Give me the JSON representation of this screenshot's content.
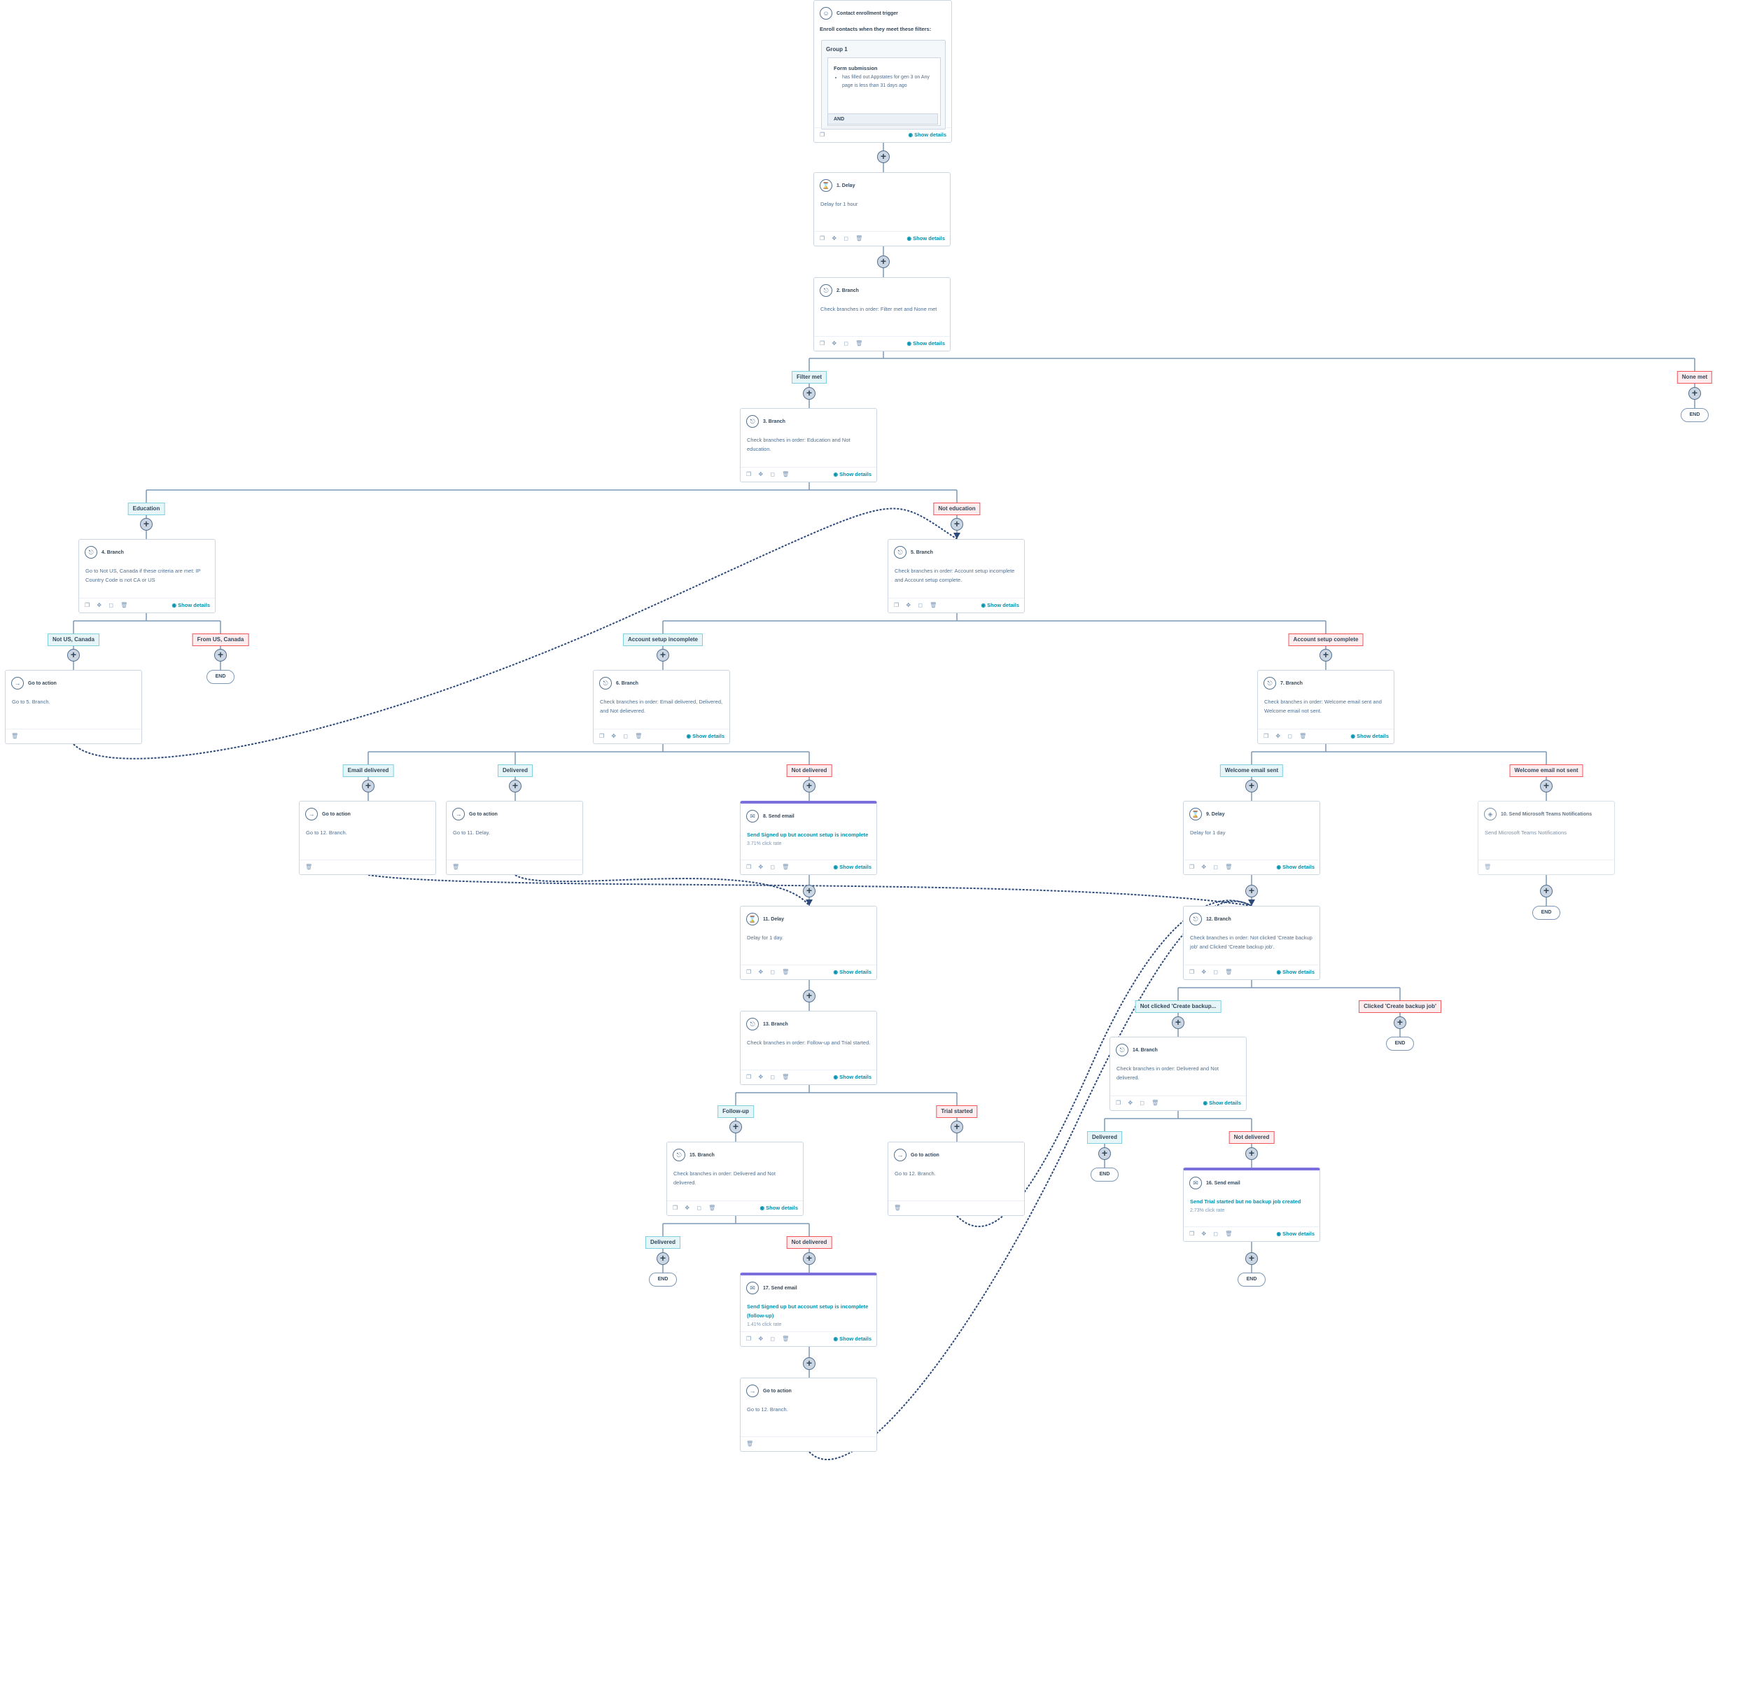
{
  "trigger": {
    "title": "Contact enrollment trigger",
    "subtitle": "Enroll contacts when they meet these filters:",
    "group_title": "Group 1",
    "filter_title": "Form submission",
    "filter_text": "has filled out Appstates for gen 3 on Any page is less than 31 days ago",
    "and_label": "AND",
    "show_details": "Show details"
  },
  "cards": [
    {
      "id": "1",
      "title": "1. Delay",
      "icon": "hourglass-icon",
      "body": "Delay for 1 hour",
      "show": "Show details"
    },
    {
      "id": "2",
      "title": "2. Branch",
      "icon": "branch-icon",
      "body": "Check branches in order: Filter met and None met",
      "show": "Show details"
    },
    {
      "id": "3",
      "title": "3. Branch",
      "icon": "branch-icon",
      "body": "Check branches in order: Education and Not education.",
      "show": "Show details"
    },
    {
      "id": "4",
      "title": "4. Branch",
      "icon": "branch-icon",
      "body": "Go to Not US, Canada if these criteria are met: IP Country Code is not CA or US",
      "show": "Show details"
    },
    {
      "id": "5",
      "title": "5. Branch",
      "icon": "branch-icon",
      "body": "Check branches in order: Account setup incomplete and Account setup complete.",
      "show": "Show details"
    },
    {
      "id": "g1",
      "title": "Go to action",
      "icon": "arrow-right-icon",
      "body": "Go to 5. Branch.",
      "show": ""
    },
    {
      "id": "6",
      "title": "6. Branch",
      "icon": "branch-icon",
      "body": "Check branches in order: Email delivered, Delivered, and Not delievered.",
      "show": "Show details"
    },
    {
      "id": "7",
      "title": "7. Branch",
      "icon": "branch-icon",
      "body": "Check branches in order: Welcome email sent and Welcome email not sent.",
      "show": "Show details"
    },
    {
      "id": "g2",
      "title": "Go to action",
      "icon": "arrow-right-icon",
      "body": "Go to 12. Branch.",
      "show": ""
    },
    {
      "id": "g3",
      "title": "Go to action",
      "icon": "arrow-right-icon",
      "body": "Go to 11. Delay.",
      "show": ""
    },
    {
      "id": "8",
      "title": "8. Send email",
      "icon": "email-icon",
      "body": "Send Signed up but account setup is incomplete",
      "rate": "3.71% click rate",
      "show": "Show details"
    },
    {
      "id": "9",
      "title": "9. Delay",
      "icon": "hourglass-icon",
      "body": "Delay for 1 day",
      "show": "Show details"
    },
    {
      "id": "10",
      "title": "10. Send Microsoft Teams Notifications",
      "icon": "teams-icon",
      "body": "Send Microsoft Teams Notifications",
      "show": ""
    },
    {
      "id": "11",
      "title": "11. Delay",
      "icon": "hourglass-icon",
      "body": "Delay for 1 day.",
      "show": "Show details"
    },
    {
      "id": "12",
      "title": "12. Branch",
      "icon": "branch-icon",
      "body": "Check branches in order: Not clicked 'Create backup job' and Clicked 'Create backup job'.",
      "show": "Show details"
    },
    {
      "id": "13",
      "title": "13. Branch",
      "icon": "branch-icon",
      "body": "Check branches in order: Follow-up and Trial started.",
      "show": "Show details"
    },
    {
      "id": "14",
      "title": "14. Branch",
      "icon": "branch-icon",
      "body": "Check branches in order: Delivered and Not delivered.",
      "show": "Show details"
    },
    {
      "id": "15",
      "title": "15. Branch",
      "icon": "branch-icon",
      "body": "Check branches in order: Delivered and Not delivered.",
      "show": "Show details"
    },
    {
      "id": "g4",
      "title": "Go to action",
      "icon": "arrow-right-icon",
      "body": "Go to 12. Branch.",
      "show": ""
    },
    {
      "id": "16",
      "title": "16. Send email",
      "icon": "email-icon",
      "body": "Send Trial started but no backup job created",
      "rate": "2.73% click rate",
      "show": "Show details"
    },
    {
      "id": "17",
      "title": "17. Send email",
      "icon": "email-icon",
      "body": "Send Signed up but account setup is incomplete (follow-up)",
      "rate": "1.41% click rate",
      "show": "Show details"
    },
    {
      "id": "g5",
      "title": "Go to action",
      "icon": "arrow-right-icon",
      "body": "Go to 12. Branch.",
      "show": ""
    }
  ],
  "branch_labels": [
    {
      "text": "Filter met",
      "kind": "pos"
    },
    {
      "text": "None met",
      "kind": "neg"
    },
    {
      "text": "Education",
      "kind": "pos"
    },
    {
      "text": "Not education",
      "kind": "neg"
    },
    {
      "text": "Not US, Canada",
      "kind": "pos"
    },
    {
      "text": "From US, Canada",
      "kind": "neg"
    },
    {
      "text": "Account setup incomplete",
      "kind": "pos"
    },
    {
      "text": "Account setup complete",
      "kind": "neg"
    },
    {
      "text": "Email delivered",
      "kind": "pos"
    },
    {
      "text": "Delivered",
      "kind": "pos"
    },
    {
      "text": "Not delivered",
      "kind": "neg"
    },
    {
      "text": "Welcome email sent",
      "kind": "pos"
    },
    {
      "text": "Welcome email not sent",
      "kind": "neg"
    },
    {
      "text": "Not clicked 'Create backup...",
      "kind": "pos"
    },
    {
      "text": "Clicked 'Create backup job'",
      "kind": "neg"
    },
    {
      "text": "Follow-up",
      "kind": "pos"
    },
    {
      "text": "Trial started",
      "kind": "neg"
    },
    {
      "text": "Delivered",
      "kind": "pos"
    },
    {
      "text": "Not delivered",
      "kind": "neg"
    },
    {
      "text": "Delivered",
      "kind": "pos"
    },
    {
      "text": "Not delivered",
      "kind": "neg"
    }
  ],
  "end_label": "END",
  "colors": {
    "line": "#7c98b6",
    "link": "#0091ae",
    "dashed": "#2d4a7a",
    "pos": "#7fd1de",
    "neg": "#f2545b",
    "email": "#7b6fdc"
  }
}
